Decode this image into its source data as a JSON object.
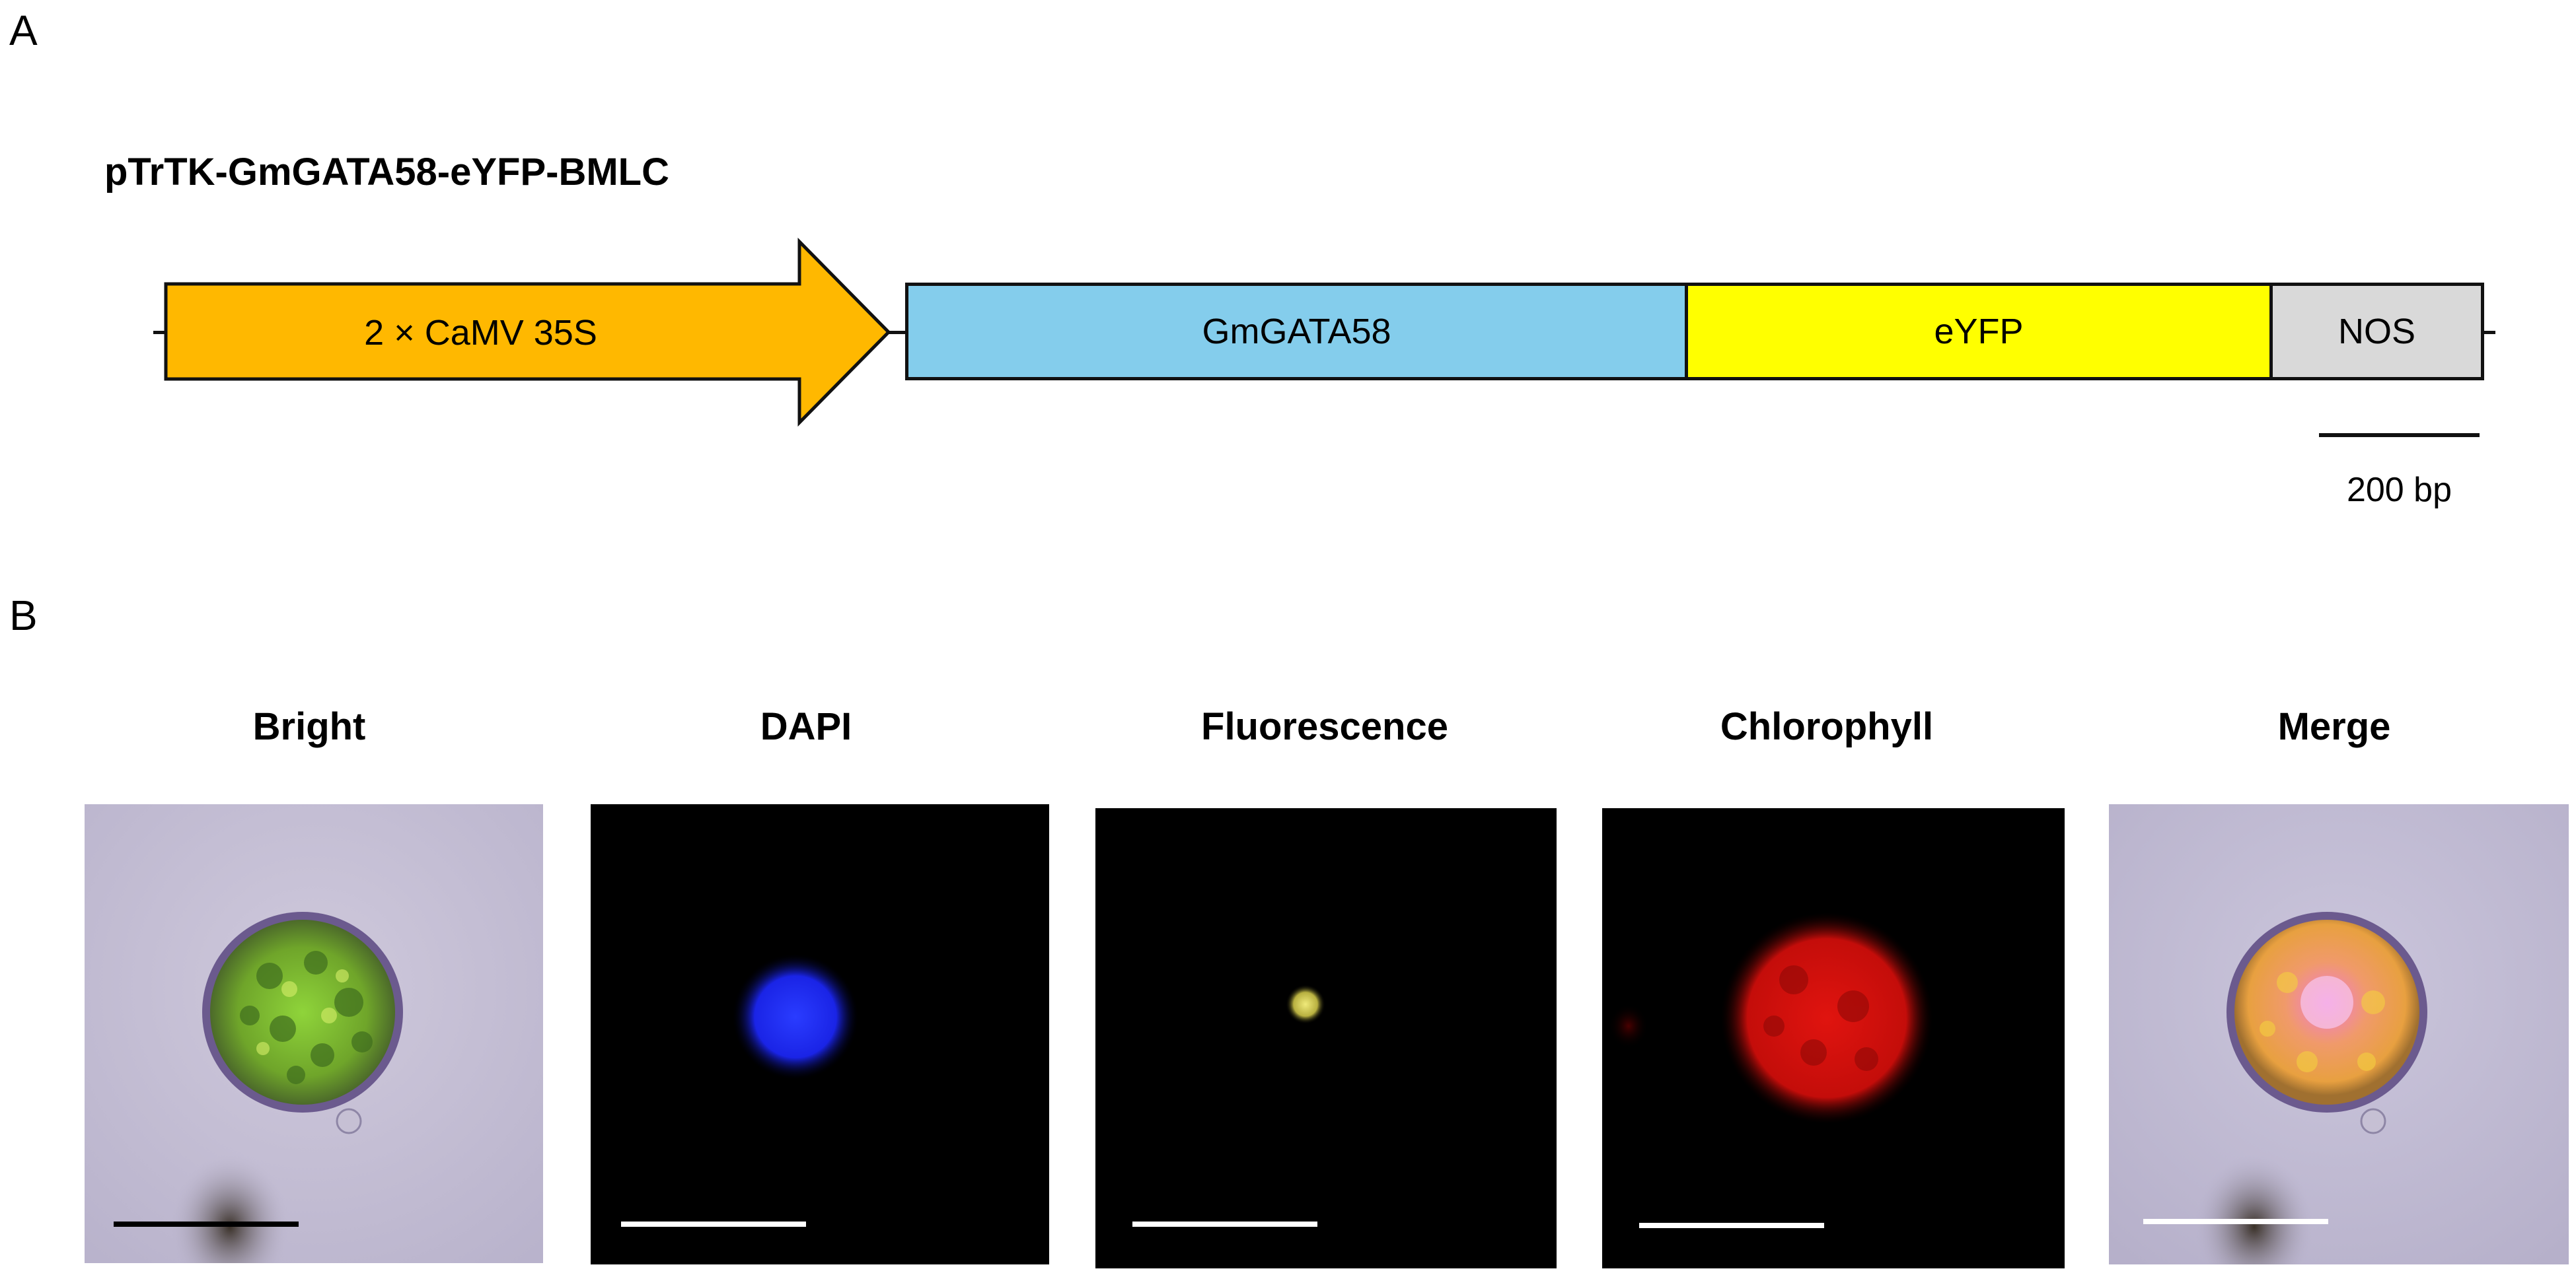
{
  "panel_a": {
    "label": "A",
    "construct_name": "pTrTK-GmGATA58-eYFP-BMLC",
    "segments": {
      "promoter": {
        "label": "2 × CaMV 35S",
        "color": "#FFB800"
      },
      "gene": {
        "label": "GmGATA58",
        "color": "#84CDEC"
      },
      "reporter": {
        "label": "eYFP",
        "color": "#FFFF00"
      },
      "terminator": {
        "label": "NOS",
        "color": "#D9D9D9"
      }
    },
    "scale_bar_label": "200 bp"
  },
  "panel_b": {
    "label": "B",
    "images": [
      {
        "title": "Bright"
      },
      {
        "title": "DAPI"
      },
      {
        "title": "Fluorescence"
      },
      {
        "title": "Chlorophyll"
      },
      {
        "title": "Merge"
      }
    ]
  }
}
